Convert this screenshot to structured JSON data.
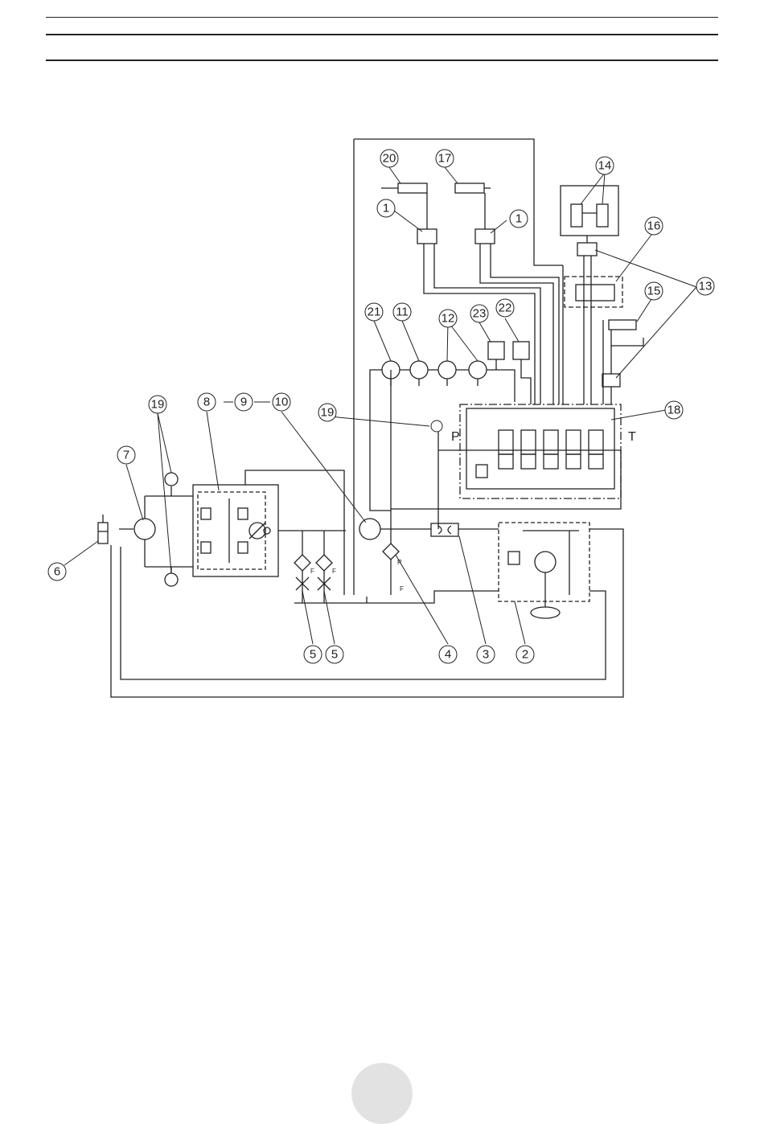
{
  "header": {},
  "callouts": {
    "c1a": "1",
    "c1b": "1",
    "c2": "2",
    "c3": "3",
    "c4": "4",
    "c5a": "5",
    "c5b": "5",
    "c6": "6",
    "c7": "7",
    "c8": "8",
    "c9": "9",
    "c10": "10",
    "c11": "11",
    "c12": "12",
    "c13": "13",
    "c14": "14",
    "c15": "15",
    "c16": "16",
    "c17": "17",
    "c18": "18",
    "c19a": "19",
    "c19b": "19",
    "c20": "20",
    "c21": "21",
    "c22": "22",
    "c23": "23"
  },
  "ports": {
    "p": "P",
    "t": "T",
    "r": "R",
    "f1": "F",
    "f2": "F",
    "f3": "F"
  },
  "colors": {
    "line": "#222222",
    "page_circle": "#e2e2e2"
  }
}
